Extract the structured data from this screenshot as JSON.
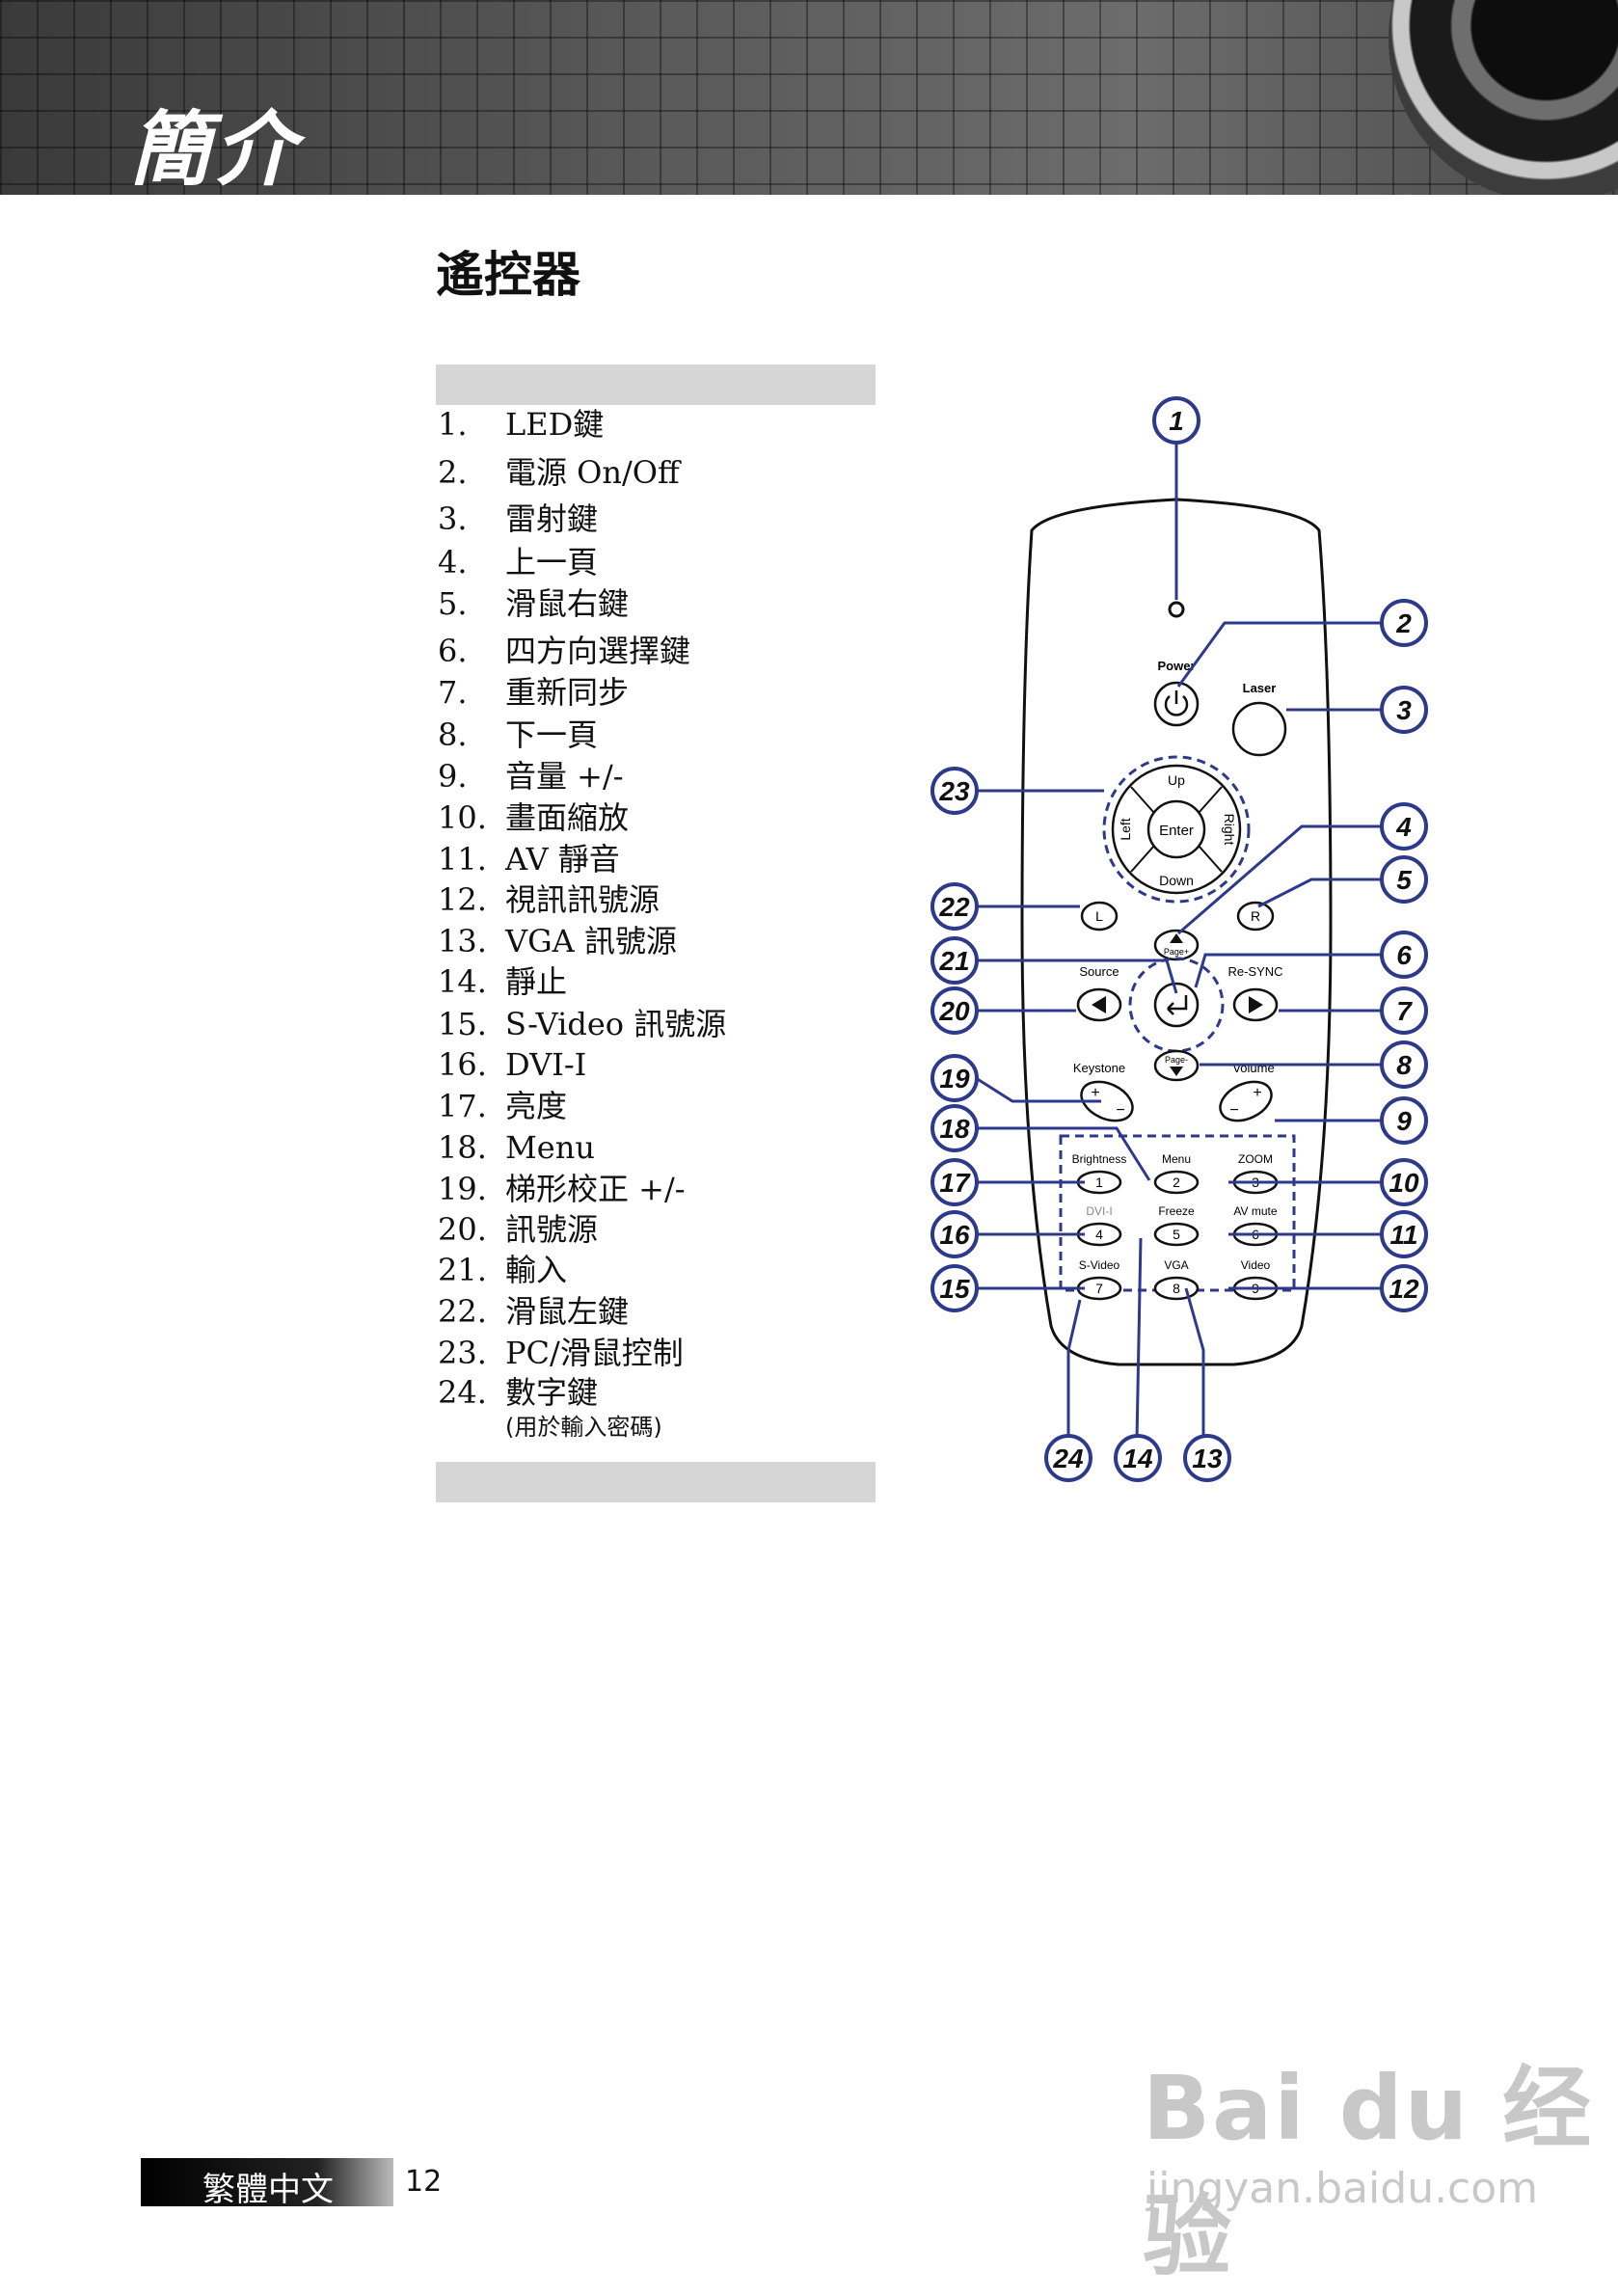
{
  "header": {
    "title": "簡介"
  },
  "section": {
    "title": "遙控器"
  },
  "items": [
    {
      "num": "1.",
      "label": "LED鍵"
    },
    {
      "num": "2.",
      "label": "電源 On/Off"
    },
    {
      "num": "3.",
      "label": "雷射鍵"
    },
    {
      "num": "4.",
      "label": "上一頁"
    },
    {
      "num": "5.",
      "label": "滑鼠右鍵"
    },
    {
      "num": "6.",
      "label": "四方向選擇鍵"
    },
    {
      "num": "7.",
      "label": "重新同步"
    },
    {
      "num": "8.",
      "label": "下一頁"
    },
    {
      "num": "9.",
      "label": "音量 +/-"
    },
    {
      "num": "10.",
      "label": "畫面縮放"
    },
    {
      "num": "11.",
      "label": "AV 靜音"
    },
    {
      "num": "12.",
      "label": "視訊訊號源"
    },
    {
      "num": "13.",
      "label": "VGA 訊號源"
    },
    {
      "num": "14.",
      "label": "靜止"
    },
    {
      "num": "15.",
      "label": "S-Video 訊號源"
    },
    {
      "num": "16.",
      "label": "DVI-I"
    },
    {
      "num": "17.",
      "label": "亮度"
    },
    {
      "num": "18.",
      "label": "Menu"
    },
    {
      "num": "19.",
      "label": "梯形校正 +/-"
    },
    {
      "num": "20.",
      "label": "訊號源"
    },
    {
      "num": "21.",
      "label": "輸入"
    },
    {
      "num": "22.",
      "label": "滑鼠左鍵"
    },
    {
      "num": "23.",
      "label": "PC/滑鼠控制"
    },
    {
      "num": "24.",
      "label": "數字鍵",
      "sub": "(用於輸入密碼)"
    }
  ],
  "remote": {
    "power": "Power",
    "laser": "Laser",
    "up": "Up",
    "down": "Down",
    "left": "Left",
    "right": "Right",
    "enter": "Enter",
    "l": "L",
    "r": "R",
    "page_up": "Page+",
    "page_down": "Page-",
    "source": "Source",
    "resync": "Re-SYNC",
    "keystone": "Keystone",
    "volume": "Volume",
    "plus": "+",
    "minus": "−",
    "brightness": "Brightness",
    "menu": "Menu",
    "zoom": "ZOOM",
    "dvi": "DVI-I",
    "freeze": "Freeze",
    "avmute": "AV mute",
    "svideo": "S-Video",
    "vga": "VGA",
    "video": "Video",
    "keys": [
      "1",
      "2",
      "3",
      "4",
      "5",
      "6",
      "7",
      "8",
      "9"
    ],
    "callouts": [
      "1",
      "2",
      "3",
      "4",
      "5",
      "6",
      "7",
      "8",
      "9",
      "10",
      "11",
      "12",
      "13",
      "14",
      "15",
      "16",
      "17",
      "18",
      "19",
      "20",
      "21",
      "22",
      "23",
      "24"
    ]
  },
  "footer": {
    "language": "繁體中文",
    "page": "12"
  },
  "watermark": {
    "brand": "Bai du 经验",
    "url": "jingyan.baidu.com"
  },
  "colors": {
    "callout": "#2d3a8c",
    "banner": "#4d4d4d",
    "bar": "#d6d6d6"
  }
}
